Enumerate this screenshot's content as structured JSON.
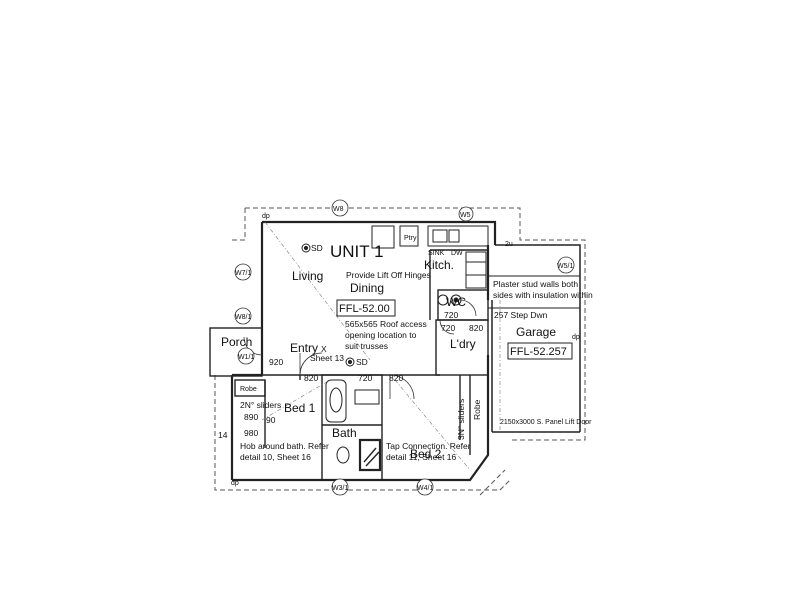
{
  "plan": {
    "unit_title": "UNIT 1",
    "rooms": {
      "living": "Living",
      "dining": "Dining",
      "kitchen": "Kitch.",
      "wc": "WC",
      "laundry": "L'dry",
      "garage": "Garage",
      "porch": "Porch",
      "entry": "Entry",
      "bed1": "Bed 1",
      "bed2": "Bed 2",
      "bath": "Bath",
      "robe1": "Robe",
      "robe2": "Robe",
      "pantry": "Ptry"
    },
    "levels": {
      "main_ffl": "FFL-52.00",
      "garage_ffl": "FFL-52.257"
    },
    "notes": {
      "lift_off_hinges": "Provide Lift Off Hinges",
      "plaster_stud_1": "Plaster stud walls both",
      "plaster_stud_2": "sides with insulation within",
      "step_down": "257 Step Dwn",
      "roof_access_1": "565x565 Roof access",
      "roof_access_2": "opening location to",
      "roof_access_3": "suit trusses",
      "sheet13": "Sheet 13",
      "sliders_bed1": "2N° sliders",
      "sliders_bed2": "3N° sliders",
      "hob_1": "Hob around bath. Refer",
      "hob_2": "detail 10, Sheet 16",
      "tap_1": "Tap Connection. Refer",
      "tap_2": "detail 11, Sheet 16",
      "garage_door": "2150x3000 S. Panel Lift Door",
      "sink": "SINK",
      "dw": "DW"
    },
    "dims": {
      "d920": "920",
      "d820_entry": "820",
      "d720_hall": "720",
      "d820_hall": "820",
      "d720_wc": "720",
      "d720_ldry": "720",
      "d820_ldry": "820",
      "d890": "890",
      "d90": "90",
      "d980": "980",
      "d14": "14"
    },
    "windows": {
      "w8_top": "W8",
      "w5": "W5",
      "w5_right": "W5/1",
      "w7": "W7/1",
      "w8_left": "W8/1",
      "w1": "W1/1",
      "w3": "W3/1",
      "w4": "W4/1"
    },
    "symbols": {
      "sd": "SD",
      "dp": "dp",
      "entry_mark": "X",
      "ws": "2u"
    },
    "line_color": "#222222",
    "dash_color": "#555555"
  }
}
